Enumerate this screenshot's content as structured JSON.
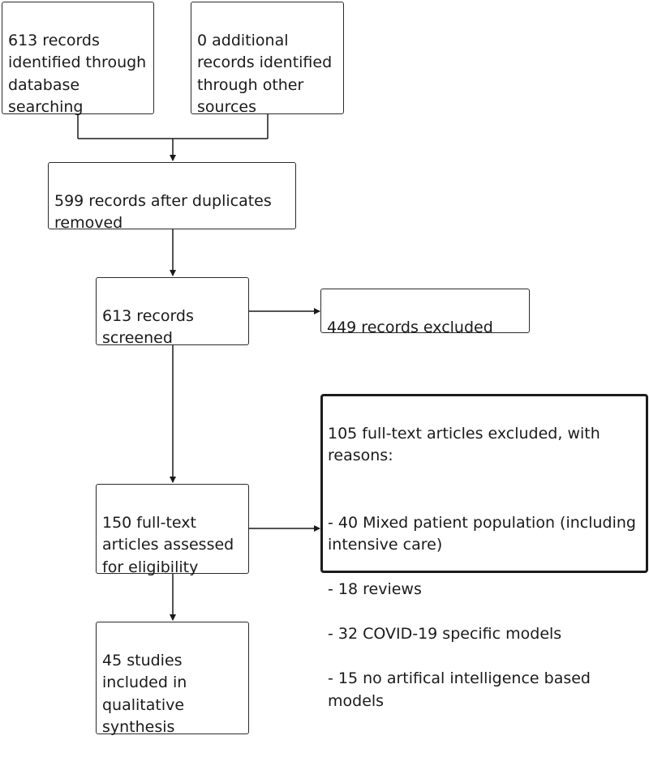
{
  "identification": {
    "database_records": "613 records identified through database searching",
    "other_records": "0 additional records identified through other sources"
  },
  "after_duplicates": "599 records after duplicates removed",
  "screening": {
    "screened": "613 records screened",
    "excluded": "449 records excluded"
  },
  "eligibility": {
    "assessed": "150 full-text articles assessed for eligibility",
    "excluded_title": "105 full-text articles excluded, with reasons:",
    "excluded_reasons": [
      "- 40 Mixed patient population (including intensive care)",
      "- 18 reviews",
      "- 32 COVID-19 specific models",
      "- 15 no artifical intelligence based models"
    ]
  },
  "included": "45 studies included in qualitative synthesis"
}
